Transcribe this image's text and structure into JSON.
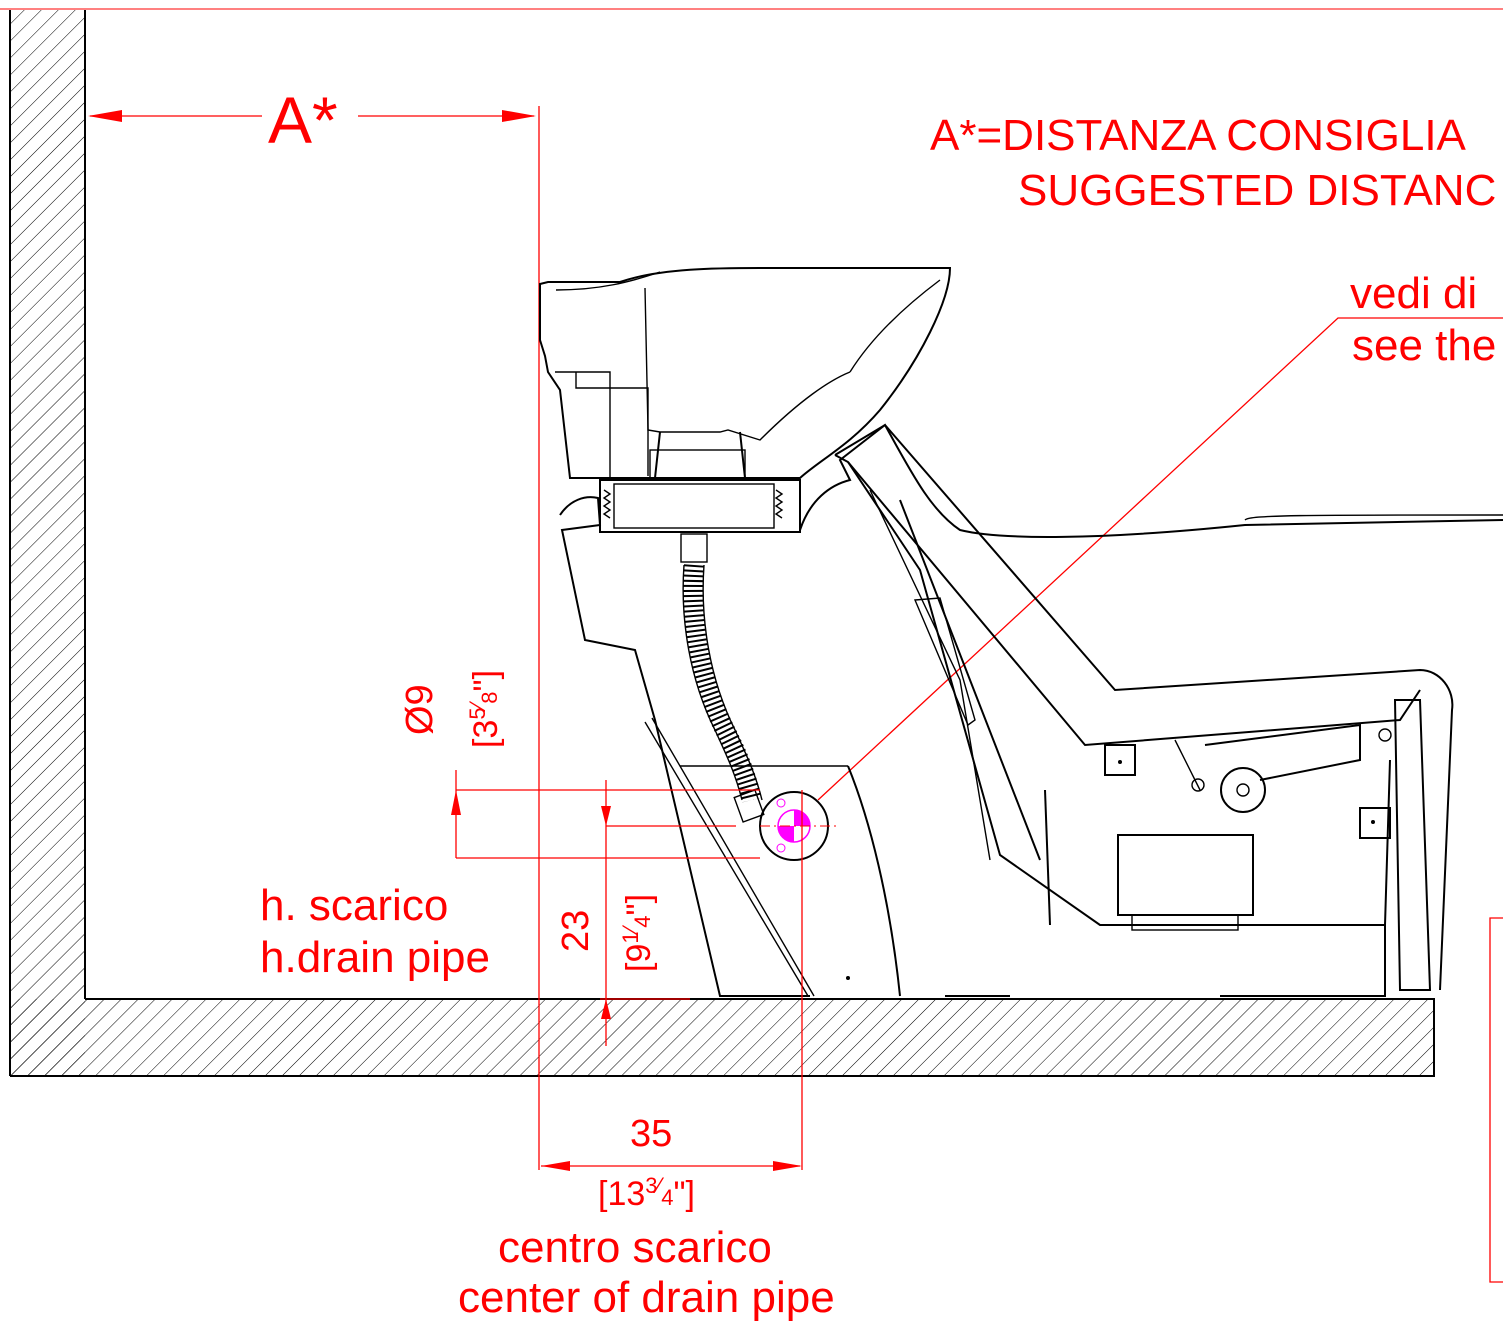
{
  "labels": {
    "distance_marker": "A*",
    "suggested_distance_it": "A*=DISTANZA CONSIGLIA",
    "suggested_distance_en": "SUGGESTED DISTANC",
    "see_detail_it": "vedi di",
    "see_detail_en": "see the",
    "diameter_mm": "Ø9",
    "diameter_in_whole": "[3",
    "diameter_in_num": "5",
    "diameter_in_den": "8",
    "diameter_in_close": "\"]",
    "drain_height_it": "h. scarico",
    "drain_height_en": "h.drain pipe",
    "height_mm": "23",
    "height_in_whole": "[9",
    "height_in_num": "1",
    "height_in_den": "4",
    "height_in_close": "\"]",
    "center_mm": "35",
    "center_in_whole": "[13",
    "center_in_num": "3",
    "center_in_den": "4",
    "center_in_close": "\"]",
    "center_drain_it": "centro scarico",
    "center_drain_en": "center of drain pipe"
  },
  "colors": {
    "dimension": "#ff0000",
    "outline": "#000000",
    "drain_marker": "#ff00ff",
    "background": "#ffffff"
  }
}
